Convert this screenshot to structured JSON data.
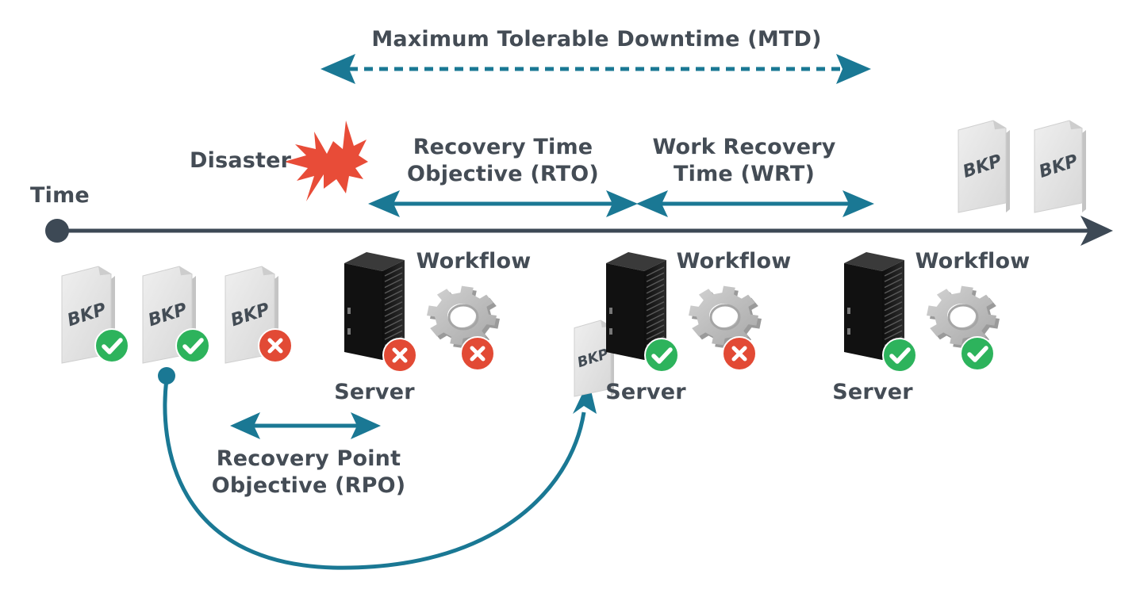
{
  "labels": {
    "mtd": "Maximum Tolerable Downtime (MTD)",
    "disaster": "Disaster",
    "rto_line1": "Recovery Time",
    "rto_line2": "Objective (RTO)",
    "wrt_line1": "Work Recovery",
    "wrt_line2": "Time (WRT)",
    "time": "Time",
    "workflow": "Workflow",
    "server": "Server",
    "rpo_line1": "Recovery Point",
    "rpo_line2": "Objective (RPO)",
    "backup": "BKP"
  },
  "icons": {
    "backup_doc": "document-icon",
    "server": "server-rack-icon",
    "workflow": "gear-icon",
    "ok": "check-badge-icon",
    "fail": "x-badge-icon",
    "disaster": "explosion-icon"
  },
  "backups_before": [
    {
      "status": "ok"
    },
    {
      "status": "ok"
    },
    {
      "status": "fail"
    }
  ],
  "stages": [
    {
      "server_status": "fail",
      "workflow_status": "fail"
    },
    {
      "server_status": "ok",
      "workflow_status": "fail"
    },
    {
      "server_status": "ok",
      "workflow_status": "ok"
    }
  ],
  "colors": {
    "arrow": "#1a7894",
    "timeline": "#3d4955",
    "text": "#444c55",
    "ok": "#2db35c",
    "fail": "#e24a35",
    "disaster": "#e84c38",
    "doc": "#e6e6e6",
    "server": "#1c1c1c",
    "gear": "#bdbdbd"
  }
}
